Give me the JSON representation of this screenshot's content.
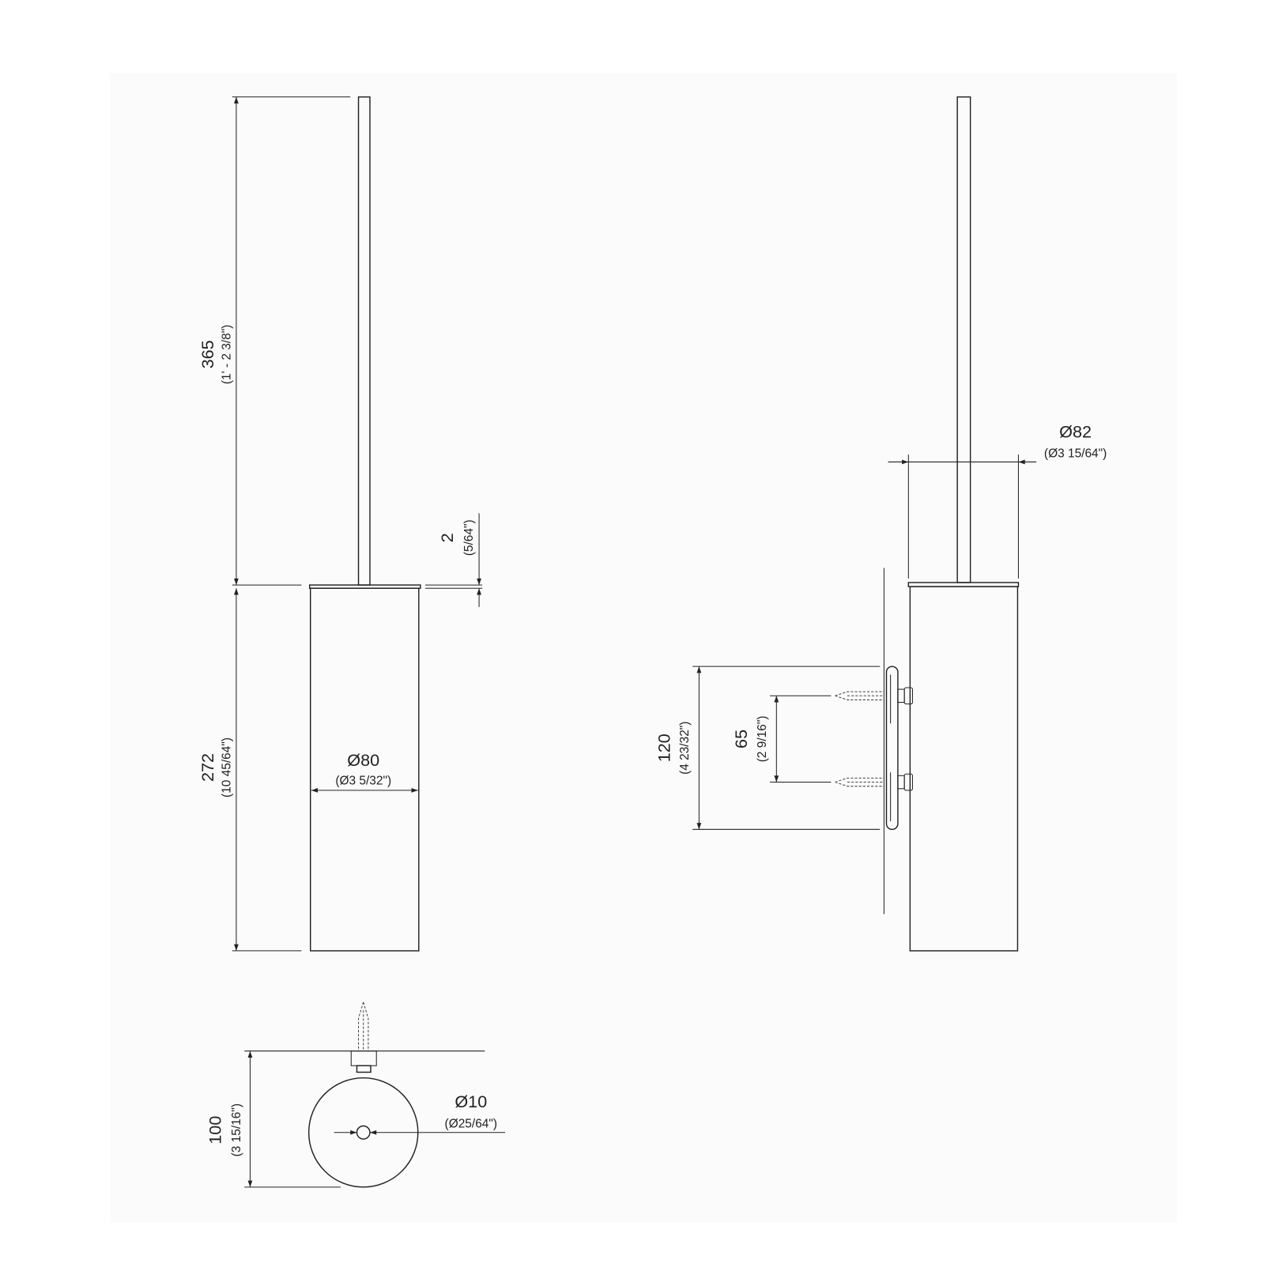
{
  "colors": {
    "background": "#fbfbfb",
    "line": "#222222"
  },
  "front_view": {
    "height_rod": {
      "value": "365",
      "imperial": "(1' - 2 3/8\")"
    },
    "height_body": {
      "value": "272",
      "imperial": "(10 45/64\")"
    },
    "lid_thickness": {
      "value": "2",
      "imperial": "(5/64\")"
    },
    "body_diameter": {
      "value": "Ø80",
      "imperial": "(Ø3 5/32\")"
    }
  },
  "side_view": {
    "lid_diameter": {
      "value": "Ø82",
      "imperial": "(Ø3 15/64\")"
    },
    "bracket_height": {
      "value": "120",
      "imperial": "(4 23/32\")"
    },
    "screw_spacing": {
      "value": "65",
      "imperial": "(2 9/16\")"
    }
  },
  "top_view": {
    "wall_projection": {
      "value": "100",
      "imperial": "(3 15/16\")"
    },
    "rod_diameter": {
      "value": "Ø10",
      "imperial": "(Ø25/64\")"
    }
  }
}
